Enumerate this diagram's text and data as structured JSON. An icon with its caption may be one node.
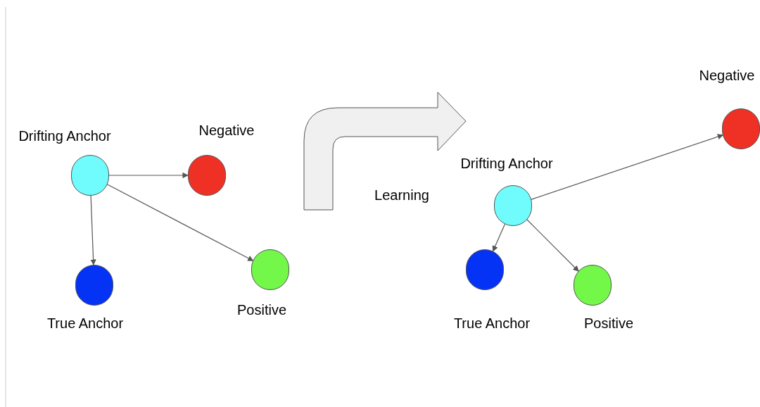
{
  "diagram": {
    "nodes": [
      {
        "text": [],
        "shape": "circle",
        "beside": [
          "Drifting Anchor"
        ]
      },
      {
        "text": [],
        "shape": "circle",
        "beside": [
          "Negative"
        ]
      },
      {
        "text": [],
        "shape": "circle",
        "beside": [
          "True Anchor"
        ]
      },
      {
        "text": [],
        "shape": "circle",
        "beside": [
          "Positive"
        ]
      },
      {
        "text": [],
        "shape": "circle",
        "beside": [
          "Drifting Anchor"
        ]
      },
      {
        "text": [],
        "shape": "circle",
        "beside": [
          "Negative"
        ]
      },
      {
        "text": [],
        "shape": "circle",
        "beside": [
          "True Anchor"
        ]
      },
      {
        "text": [],
        "shape": "circle",
        "beside": [
          "Positive"
        ]
      }
    ],
    "edges": [
      {
        "from": 0,
        "to": 1,
        "arrow": "to"
      },
      {
        "from": 0,
        "to": 2,
        "arrow": "to"
      },
      {
        "from": 0,
        "to": 3,
        "arrow": "to"
      },
      {
        "from": 4,
        "to": 5,
        "arrow": "to"
      },
      {
        "from": 4,
        "to": 6,
        "arrow": "to"
      },
      {
        "from": 4,
        "to": 7,
        "arrow": "to"
      }
    ],
    "labels": [
      "Learning"
    ]
  }
}
